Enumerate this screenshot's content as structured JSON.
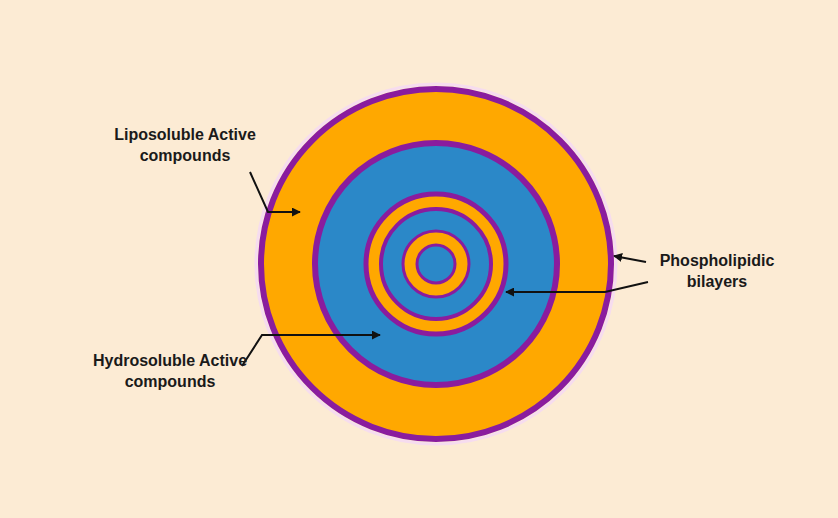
{
  "diagram": {
    "labels": [
      "Liposoluble Active compounds",
      "Hydrosoluble Active compounds",
      "Phospholipidic bilayers"
    ]
  }
}
